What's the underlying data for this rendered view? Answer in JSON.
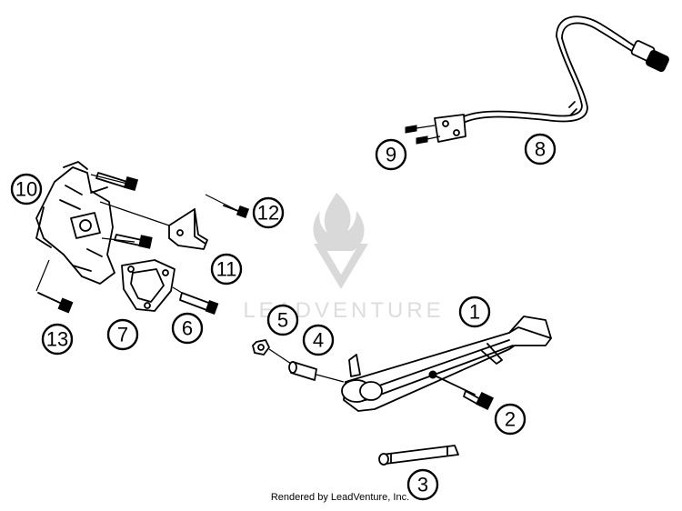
{
  "watermark": {
    "text": "LEADVENTURE"
  },
  "credit": {
    "text": "Rendered by LeadVenture, Inc."
  },
  "callouts": [
    {
      "id": "1",
      "label": "1"
    },
    {
      "id": "2",
      "label": "2"
    },
    {
      "id": "3",
      "label": "3"
    },
    {
      "id": "4",
      "label": "4"
    },
    {
      "id": "5",
      "label": "5"
    },
    {
      "id": "6",
      "label": "6"
    },
    {
      "id": "7",
      "label": "7"
    },
    {
      "id": "8",
      "label": "8"
    },
    {
      "id": "9",
      "label": "9"
    },
    {
      "id": "10",
      "label": "10"
    },
    {
      "id": "11",
      "label": "11"
    },
    {
      "id": "12",
      "label": "12"
    },
    {
      "id": "13",
      "label": "13"
    }
  ]
}
